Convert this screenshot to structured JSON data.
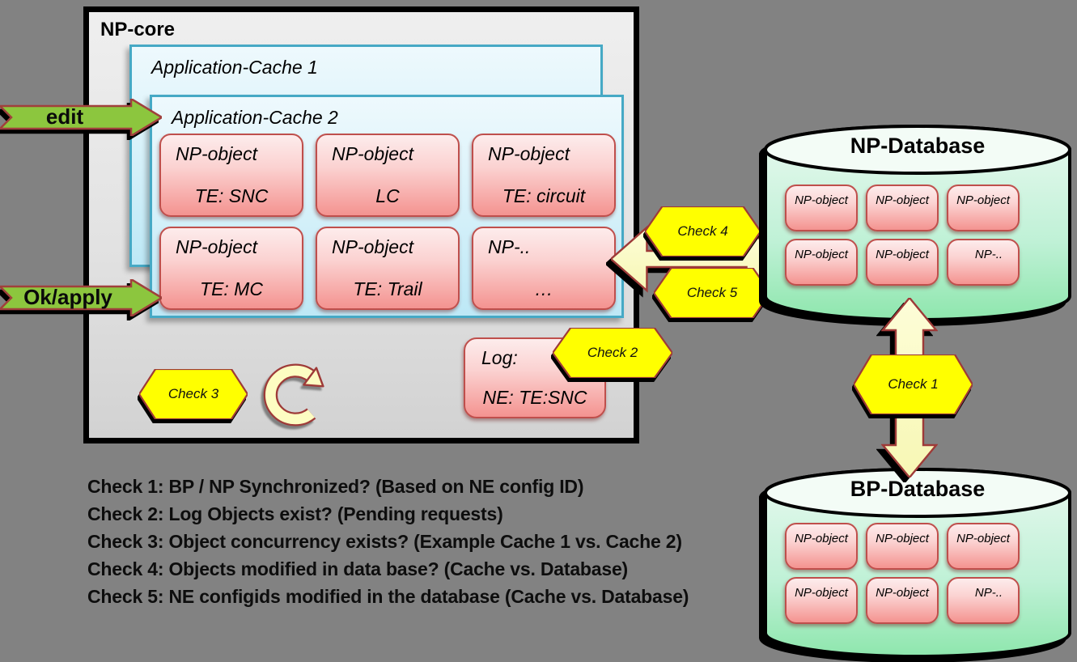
{
  "colors": {
    "canvas_bg": "#828282",
    "core_fill": "#e3e3e3",
    "cache_border": "#46a9c5",
    "cache_fill": "#d9f2fa",
    "object_border": "#bf4f4c",
    "object_fill": "#f49390",
    "arrow_green": "#8cc63e",
    "check_yellow": "#ffff00",
    "connector_cream": "#fbfbc8",
    "outline_dark_red": "#9e3a38",
    "database_green": "#8ee6ad"
  },
  "np_core": {
    "title": "NP-core",
    "cache1_label": "Application-Cache 1",
    "cache2_label": "Application-Cache 2",
    "cache2_objects": [
      {
        "line1": "NP-object",
        "line2": "TE: SNC"
      },
      {
        "line1": "NP-object",
        "line2": "LC"
      },
      {
        "line1": "NP-object",
        "line2": "TE: circuit"
      },
      {
        "line1": "NP-object",
        "line2": "TE: MC"
      },
      {
        "line1": "NP-object",
        "line2": "TE: Trail"
      },
      {
        "line1": "NP-..",
        "line2": "…"
      }
    ],
    "log": {
      "line1": "Log:",
      "line2": "NE: TE:SNC"
    }
  },
  "flow_arrows": {
    "edit": "edit",
    "ok_apply": "Ok/apply"
  },
  "checks": {
    "c1": "Check 1",
    "c2": "Check 2",
    "c3": "Check 3",
    "c4": "Check 4",
    "c5": "Check 5"
  },
  "np_database": {
    "title": "NP-Database",
    "objects": [
      "NP-object",
      "NP-object",
      "NP-object",
      "NP-object",
      "NP-object",
      "NP-.."
    ]
  },
  "bp_database": {
    "title": "BP-Database",
    "objects": [
      "NP-object",
      "NP-object",
      "NP-object",
      "NP-object",
      "NP-object",
      "NP-.."
    ]
  },
  "legend": {
    "lines": [
      "Check 1: BP / NP Synchronized?  (Based on NE config ID)",
      "Check 2:  Log Objects exist? (Pending requests)",
      "Check 3: Object concurrency exists? (Example Cache 1 vs. Cache 2)",
      "Check 4: Objects modified in data base? (Cache vs. Database)",
      "Check 5: NE configids modified in the database (Cache vs. Database)"
    ]
  }
}
